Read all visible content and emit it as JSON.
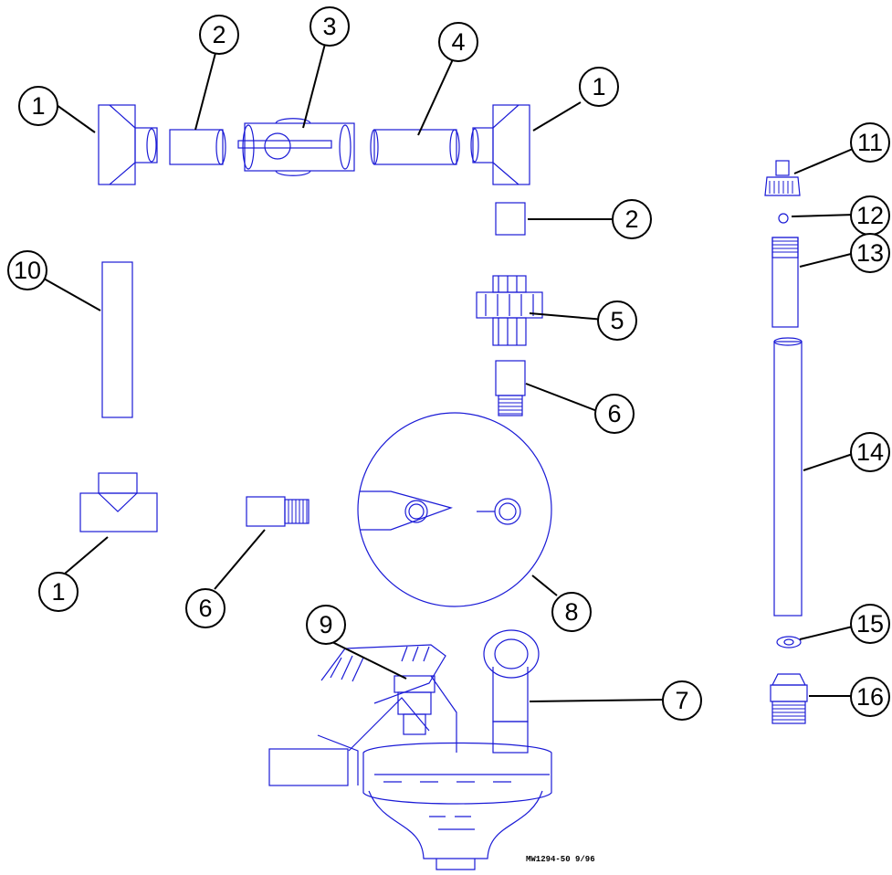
{
  "diagram": {
    "drawing_id": "MW1294-50 9/96",
    "colors": {
      "part_stroke": "#1a1ad6",
      "leader_stroke": "#000000",
      "background": "#ffffff"
    },
    "callouts": [
      {
        "part": "tee-top-left",
        "label": "1"
      },
      {
        "part": "coupling-top",
        "label": "2"
      },
      {
        "part": "ball-valve",
        "label": "3"
      },
      {
        "part": "pipe-nipple-top",
        "label": "4"
      },
      {
        "part": "tee-top-right",
        "label": "1"
      },
      {
        "part": "coupling-right",
        "label": "2"
      },
      {
        "part": "union",
        "label": "5"
      },
      {
        "part": "male-adapter-right",
        "label": "6"
      },
      {
        "part": "tee-bottom-left",
        "label": "1"
      },
      {
        "part": "male-adapter-bottom",
        "label": "6"
      },
      {
        "part": "tank-lid",
        "label": "8"
      },
      {
        "part": "injector-body",
        "label": "9"
      },
      {
        "part": "elbow-fitting",
        "label": "7"
      },
      {
        "part": "pipe-left",
        "label": "10"
      },
      {
        "part": "cap",
        "label": "11"
      },
      {
        "part": "ball",
        "label": "12"
      },
      {
        "part": "bushing",
        "label": "13"
      },
      {
        "part": "dip-tube",
        "label": "14"
      },
      {
        "part": "washer",
        "label": "15"
      },
      {
        "part": "threaded-adapter",
        "label": "16"
      }
    ]
  }
}
